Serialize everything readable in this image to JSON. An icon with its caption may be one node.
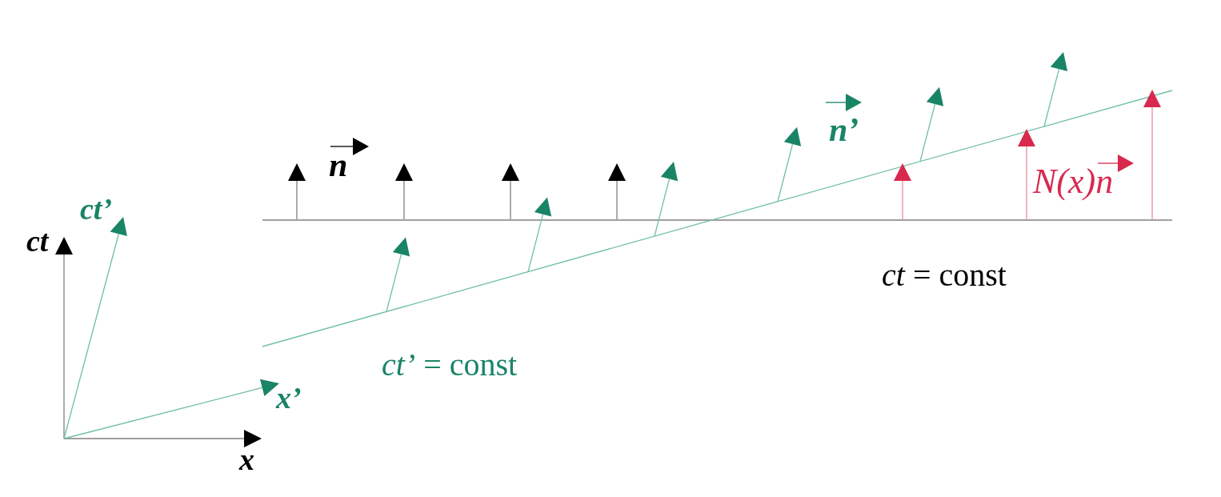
{
  "diagram": {
    "labels": [
      "n’",
      "n",
      "N(x)n",
      "ct’",
      "ct",
      "*ct* = const",
      "*ct’* = const",
      "x’",
      "x"
    ]
  }
}
